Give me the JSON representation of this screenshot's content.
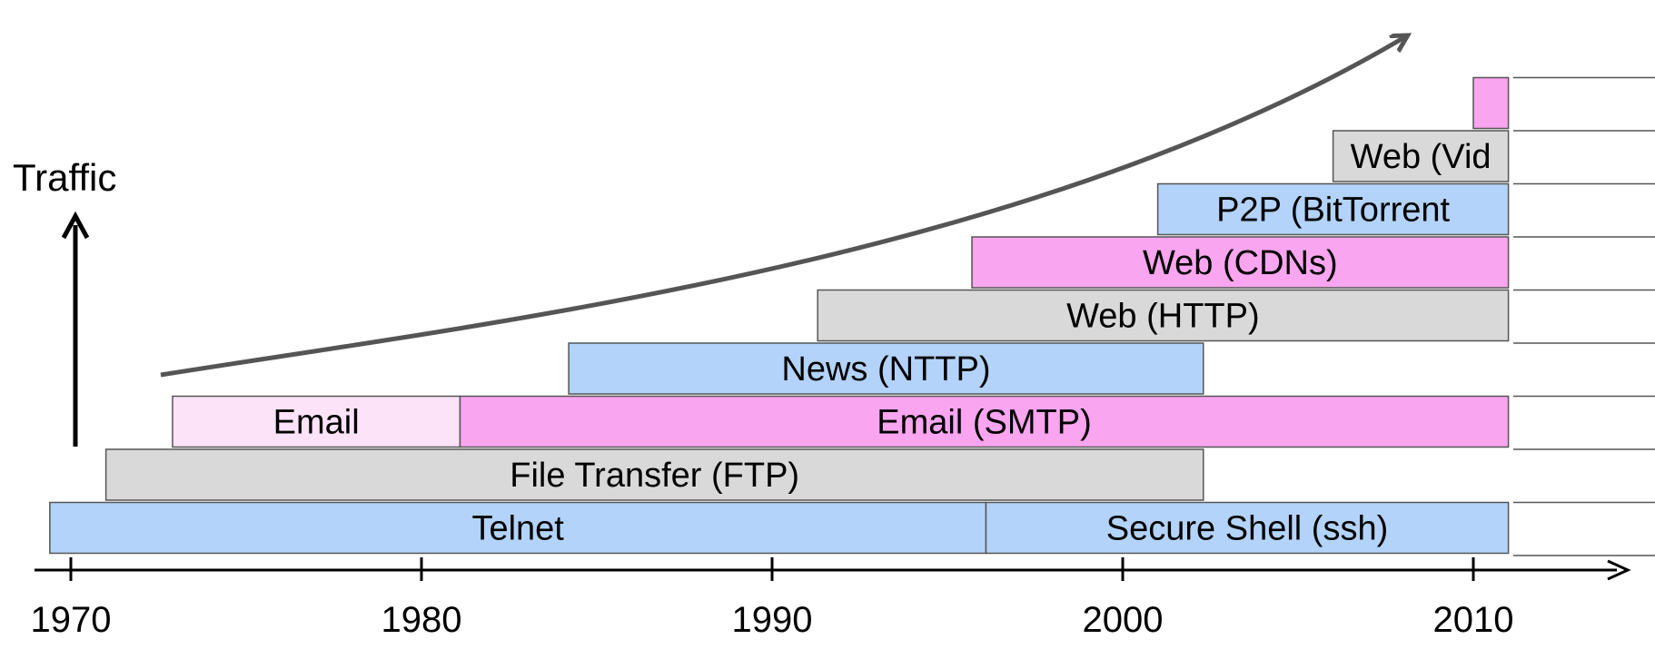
{
  "traffic_label": "Traffic",
  "colors": {
    "blue": "#b3d3fa",
    "gray": "#d9d9d9",
    "pink": "#f9a5ef",
    "lightpink": "#fde3f8",
    "line": "#555555",
    "axis": "#000000"
  },
  "x_axis": {
    "ticks": [
      "1970",
      "1980",
      "1990",
      "2000",
      "2010"
    ]
  },
  "rows": [
    {
      "name": "row-1",
      "segments": [
        {
          "label": "Telnet",
          "start": 1969.4,
          "end": 1996.1,
          "color": "blue"
        },
        {
          "label": "Secure Shell (ssh)",
          "start": 1996.1,
          "end": 2011.0,
          "color": "blue"
        }
      ]
    },
    {
      "name": "row-2",
      "segments": [
        {
          "label": "File Transfer (FTP)",
          "start": 1971.0,
          "end": 2002.3,
          "color": "gray"
        }
      ]
    },
    {
      "name": "row-3",
      "segments": [
        {
          "label": "Email",
          "start": 1972.9,
          "end": 1981.1,
          "color": "lightpink"
        },
        {
          "label": "Email (SMTP)",
          "start": 1981.1,
          "end": 2011.0,
          "color": "pink"
        }
      ]
    },
    {
      "name": "row-4",
      "segments": [
        {
          "label": "News (NTTP)",
          "start": 1984.2,
          "end": 2002.3,
          "color": "blue"
        }
      ]
    },
    {
      "name": "row-5",
      "segments": [
        {
          "label": "Web (HTTP)",
          "start": 1991.3,
          "end": 2011.0,
          "color": "gray"
        }
      ]
    },
    {
      "name": "row-6",
      "segments": [
        {
          "label": "Web (CDNs)",
          "start": 1995.7,
          "end": 2011.0,
          "color": "pink"
        }
      ]
    },
    {
      "name": "row-7",
      "segments": [
        {
          "label": "P2P (BitTorrent",
          "start": 2001.0,
          "end": 2011.0,
          "color": "blue"
        }
      ]
    },
    {
      "name": "row-8",
      "segments": [
        {
          "label": "Web (Vid",
          "start": 2006.0,
          "end": 2011.0,
          "color": "gray"
        }
      ]
    },
    {
      "name": "row-9",
      "segments": [
        {
          "label": "",
          "start": 2010.0,
          "end": 2011.0,
          "color": "pink"
        }
      ]
    }
  ]
}
